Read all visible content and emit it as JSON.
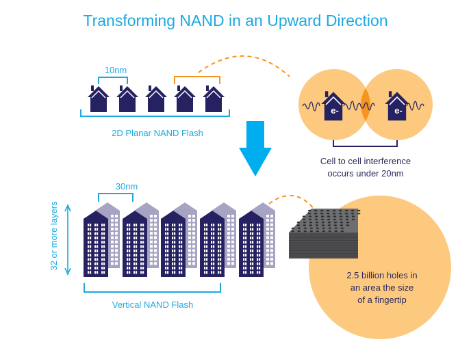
{
  "title": "Transforming NAND in an Upward Direction",
  "planar": {
    "spacing_label": "10nm",
    "label": "2D Planar NAND Flash",
    "electron_label": "e-",
    "interference_line1": "Cell to cell interference",
    "interference_line2": "occurs under 20nm"
  },
  "vertical": {
    "spacing_label": "30nm",
    "layers_label": "32 or more layers",
    "label": "Vertical NAND Flash",
    "holes_line1": "2.5 billion holes in",
    "holes_line2": "an area the size",
    "holes_line3": "of a fingertip"
  },
  "colors": {
    "accent": "#1BA9E1",
    "navy": "#262262",
    "lavender": "#A7A3C2",
    "peach": "#FCC97F",
    "orange": "#F7941D"
  }
}
